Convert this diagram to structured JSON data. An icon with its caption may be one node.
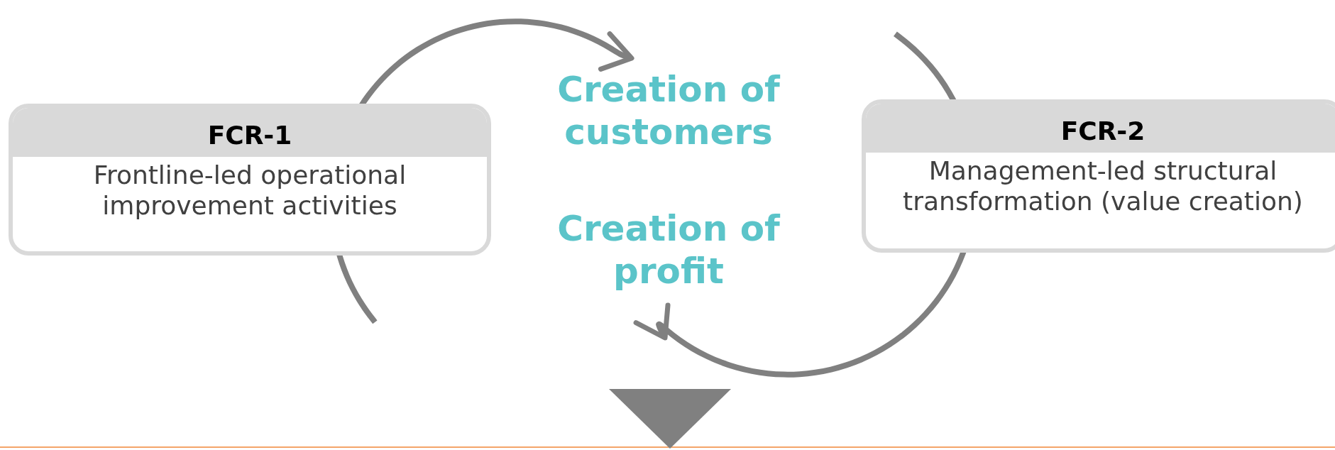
{
  "diagram": {
    "nodes": [
      {
        "text": [
          "FCR-1",
          "Frontline-led operational improvement activities"
        ]
      },
      {
        "text": [
          "FCR-2",
          "Management-led structural transformation (value creation)"
        ]
      },
      {
        "text": [
          "Creation of customers"
        ]
      },
      {
        "text": [
          "Creation of profit"
        ]
      }
    ],
    "edges": [
      {
        "from": null,
        "to": 2,
        "arrow": "to"
      },
      {
        "from": null,
        "to": 3,
        "arrow": "to"
      }
    ]
  }
}
